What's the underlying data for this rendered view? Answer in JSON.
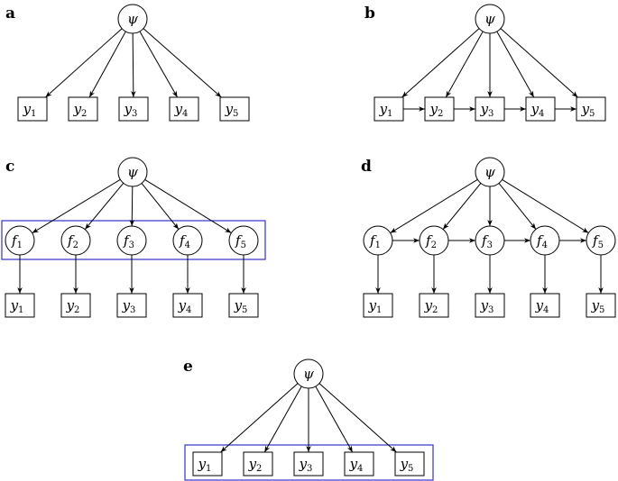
{
  "figure": {
    "panels": [
      {
        "label": "a",
        "nodes": [
          {
            "id": "psi",
            "shape": "circle",
            "text": "ψ",
            "sub": ""
          },
          {
            "id": "y1",
            "shape": "box",
            "text": "y",
            "sub": "1"
          },
          {
            "id": "y2",
            "shape": "box",
            "text": "y",
            "sub": "2"
          },
          {
            "id": "y3",
            "shape": "box",
            "text": "y",
            "sub": "3"
          },
          {
            "id": "y4",
            "shape": "box",
            "text": "y",
            "sub": "4"
          },
          {
            "id": "y5",
            "shape": "box",
            "text": "y",
            "sub": "5"
          }
        ],
        "edges": [
          [
            "psi",
            "y1"
          ],
          [
            "psi",
            "y2"
          ],
          [
            "psi",
            "y3"
          ],
          [
            "psi",
            "y4"
          ],
          [
            "psi",
            "y5"
          ]
        ],
        "group": []
      },
      {
        "label": "b",
        "nodes": [
          {
            "id": "psi",
            "shape": "circle",
            "text": "ψ",
            "sub": ""
          },
          {
            "id": "y1",
            "shape": "box",
            "text": "y",
            "sub": "1"
          },
          {
            "id": "y2",
            "shape": "box",
            "text": "y",
            "sub": "2"
          },
          {
            "id": "y3",
            "shape": "box",
            "text": "y",
            "sub": "3"
          },
          {
            "id": "y4",
            "shape": "box",
            "text": "y",
            "sub": "4"
          },
          {
            "id": "y5",
            "shape": "box",
            "text": "y",
            "sub": "5"
          }
        ],
        "edges": [
          [
            "psi",
            "y1"
          ],
          [
            "psi",
            "y2"
          ],
          [
            "psi",
            "y3"
          ],
          [
            "psi",
            "y4"
          ],
          [
            "psi",
            "y5"
          ],
          [
            "y1",
            "y2"
          ],
          [
            "y2",
            "y3"
          ],
          [
            "y3",
            "y4"
          ],
          [
            "y4",
            "y5"
          ]
        ],
        "group": []
      },
      {
        "label": "c",
        "nodes": [
          {
            "id": "psi",
            "shape": "circle",
            "text": "ψ",
            "sub": ""
          },
          {
            "id": "f1",
            "shape": "circle",
            "text": "f",
            "sub": "1"
          },
          {
            "id": "f2",
            "shape": "circle",
            "text": "f",
            "sub": "2"
          },
          {
            "id": "f3",
            "shape": "circle",
            "text": "f",
            "sub": "3"
          },
          {
            "id": "f4",
            "shape": "circle",
            "text": "f",
            "sub": "4"
          },
          {
            "id": "f5",
            "shape": "circle",
            "text": "f",
            "sub": "5"
          },
          {
            "id": "y1",
            "shape": "box",
            "text": "y",
            "sub": "1"
          },
          {
            "id": "y2",
            "shape": "box",
            "text": "y",
            "sub": "2"
          },
          {
            "id": "y3",
            "shape": "box",
            "text": "y",
            "sub": "3"
          },
          {
            "id": "y4",
            "shape": "box",
            "text": "y",
            "sub": "4"
          },
          {
            "id": "y5",
            "shape": "box",
            "text": "y",
            "sub": "5"
          }
        ],
        "edges": [
          [
            "psi",
            "f1"
          ],
          [
            "psi",
            "f2"
          ],
          [
            "psi",
            "f3"
          ],
          [
            "psi",
            "f4"
          ],
          [
            "psi",
            "f5"
          ],
          [
            "f1",
            "y1"
          ],
          [
            "f2",
            "y2"
          ],
          [
            "f3",
            "y3"
          ],
          [
            "f4",
            "y4"
          ],
          [
            "f5",
            "y5"
          ]
        ],
        "group": [
          "f1",
          "f2",
          "f3",
          "f4",
          "f5"
        ]
      },
      {
        "label": "d",
        "nodes": [
          {
            "id": "psi",
            "shape": "circle",
            "text": "ψ",
            "sub": ""
          },
          {
            "id": "f1",
            "shape": "circle",
            "text": "f",
            "sub": "1"
          },
          {
            "id": "f2",
            "shape": "circle",
            "text": "f",
            "sub": "2"
          },
          {
            "id": "f3",
            "shape": "circle",
            "text": "f",
            "sub": "3"
          },
          {
            "id": "f4",
            "shape": "circle",
            "text": "f",
            "sub": "4"
          },
          {
            "id": "f5",
            "shape": "circle",
            "text": "f",
            "sub": "5"
          },
          {
            "id": "y1",
            "shape": "box",
            "text": "y",
            "sub": "1"
          },
          {
            "id": "y2",
            "shape": "box",
            "text": "y",
            "sub": "2"
          },
          {
            "id": "y3",
            "shape": "box",
            "text": "y",
            "sub": "3"
          },
          {
            "id": "y4",
            "shape": "box",
            "text": "y",
            "sub": "4"
          },
          {
            "id": "y5",
            "shape": "box",
            "text": "y",
            "sub": "5"
          }
        ],
        "edges": [
          [
            "psi",
            "f1"
          ],
          [
            "psi",
            "f2"
          ],
          [
            "psi",
            "f3"
          ],
          [
            "psi",
            "f4"
          ],
          [
            "psi",
            "f5"
          ],
          [
            "f1",
            "f2"
          ],
          [
            "f2",
            "f3"
          ],
          [
            "f3",
            "f4"
          ],
          [
            "f4",
            "f5"
          ],
          [
            "f1",
            "y1"
          ],
          [
            "f2",
            "y2"
          ],
          [
            "f3",
            "y3"
          ],
          [
            "f4",
            "y4"
          ],
          [
            "f5",
            "y5"
          ]
        ],
        "group": []
      },
      {
        "label": "e",
        "nodes": [
          {
            "id": "psi",
            "shape": "circle",
            "text": "ψ",
            "sub": ""
          },
          {
            "id": "y1",
            "shape": "box",
            "text": "y",
            "sub": "1"
          },
          {
            "id": "y2",
            "shape": "box",
            "text": "y",
            "sub": "2"
          },
          {
            "id": "y3",
            "shape": "box",
            "text": "y",
            "sub": "3"
          },
          {
            "id": "y4",
            "shape": "box",
            "text": "y",
            "sub": "4"
          },
          {
            "id": "y5",
            "shape": "box",
            "text": "y",
            "sub": "5"
          }
        ],
        "edges": [
          [
            "psi",
            "y1"
          ],
          [
            "psi",
            "y2"
          ],
          [
            "psi",
            "y3"
          ],
          [
            "psi",
            "y4"
          ],
          [
            "psi",
            "y5"
          ]
        ],
        "group": [
          "y1",
          "y2",
          "y3",
          "y4",
          "y5"
        ]
      }
    ],
    "colors": {
      "line": "#000000",
      "group_outline": "#3333cc",
      "background": "#ffffff"
    }
  }
}
